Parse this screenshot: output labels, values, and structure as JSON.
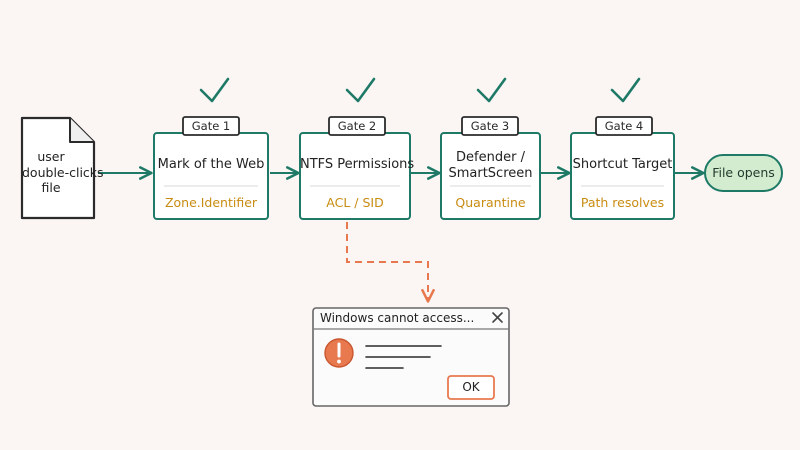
{
  "source": {
    "lines": [
      "user",
      "double-clicks",
      "file"
    ],
    "icon": "document-icon"
  },
  "gates": [
    {
      "tab": "Gate 1",
      "title": [
        "Mark of the Web"
      ],
      "subtitle": "Zone.Identifier",
      "status": "check-icon"
    },
    {
      "tab": "Gate 2",
      "title": [
        "NTFS Permissions"
      ],
      "subtitle": "ACL / SID",
      "status": "check-icon"
    },
    {
      "tab": "Gate 3",
      "title": [
        "Defender /",
        "SmartScreen"
      ],
      "subtitle": "Quarantine",
      "status": "check-icon"
    },
    {
      "tab": "Gate 4",
      "title": [
        "Shortcut Target"
      ],
      "subtitle": "Path resolves",
      "status": "check-icon"
    }
  ],
  "result": {
    "label": "File opens"
  },
  "dialog": {
    "title": "Windows cannot access...",
    "close_icon": "close-icon",
    "alert_icon": "error-icon",
    "ok_label": "OK"
  },
  "colors": {
    "accent": "#1e7a66",
    "subtitle": "#c98c12",
    "error": "#e8794f",
    "result_fill": "#d3ecd0",
    "ink": "#2b2b2b"
  }
}
